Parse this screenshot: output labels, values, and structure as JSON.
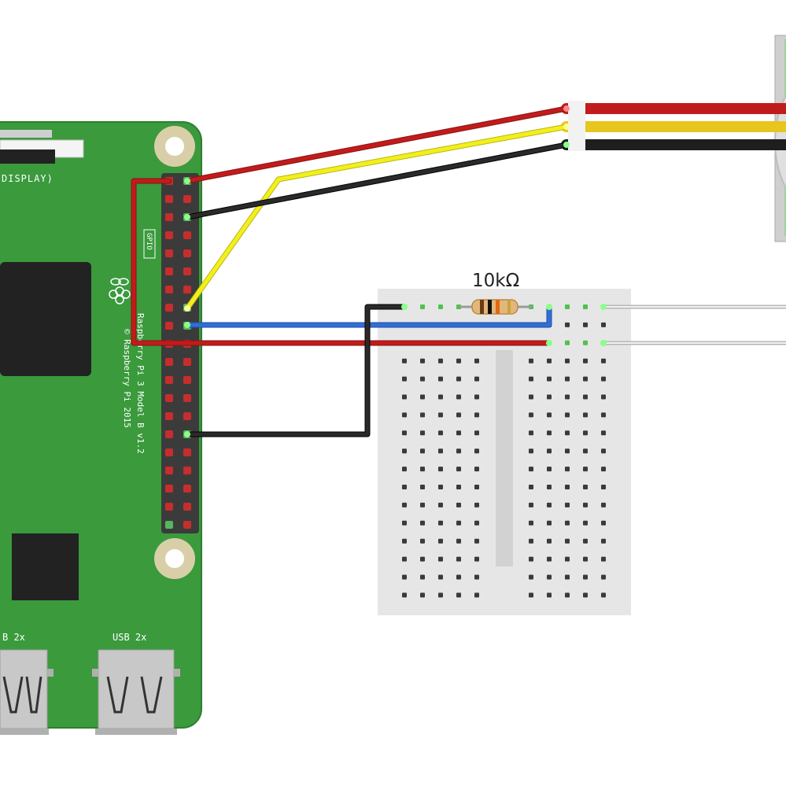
{
  "colors": {
    "board_green": "#3a9a3c",
    "board_edge": "#2e7f31",
    "header_dark": "#3b3b3b",
    "pin_red": "#c62e2e",
    "pin_green": "#56b65a",
    "breadboard": "#e6e6e6",
    "wire_red": "#c21b1b",
    "wire_yellow": "#f2ef1c",
    "wire_black": "#1e1e1e",
    "wire_blue": "#2f6fd6",
    "wire_grey": "#cfcfcf"
  },
  "board": {
    "display_label": "DISPLAY)",
    "gpio_label": "GPIO",
    "model_line1": "Raspberry Pi 3 Model B v1.2",
    "model_line2": "© Raspberry Pi 2015",
    "usb_label_1": "B 2x",
    "usb_label_2": "USB 2x"
  },
  "resistor": {
    "label": "10kΩ"
  },
  "icons": {
    "logo": "raspberry-logo-icon"
  }
}
